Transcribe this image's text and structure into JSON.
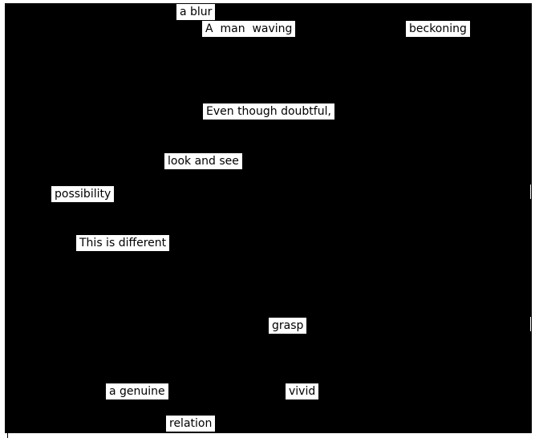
{
  "blackout_poem": {
    "words": [
      "a blur",
      "A  man  waving",
      "beckoning",
      "Even though doubtful,",
      "look and see",
      "possibility",
      "This is different",
      "grasp",
      "a genuine",
      "vivid",
      "relation"
    ]
  },
  "colors": {
    "ink": "#000000",
    "paper": "#ffffff"
  }
}
